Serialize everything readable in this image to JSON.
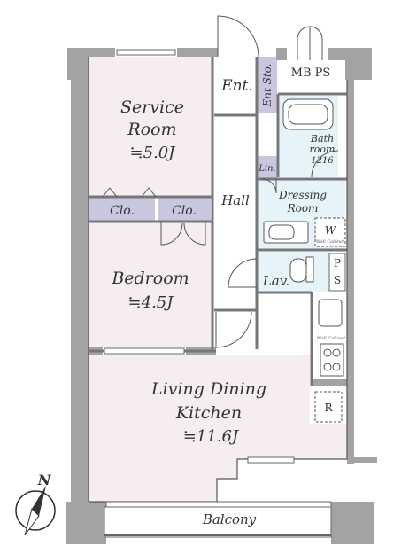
{
  "colors": {
    "wall": "#a3a3a3",
    "service_room_floor": "#f6eeee",
    "bedroom_floor": "#f6eeee",
    "ldk_floor": "#f6eeee",
    "hall_floor": "#ffffff",
    "wet_floor": "#e6f3f9",
    "storage_fill": "#c9c6de",
    "line": "#555555"
  },
  "rooms": {
    "service_room": {
      "name_line1": "Service",
      "name_line2": "Room",
      "area": "≒5.0J"
    },
    "bedroom": {
      "name": "Bedroom",
      "area": "≒4.5J"
    },
    "ldk": {
      "name_line1": "Living Dining",
      "name_line2": "Kitchen",
      "area": "≒11.6J"
    },
    "entrance": "Ent.",
    "ent_storage": "Ent Sto.",
    "mb_ps": "MB PS",
    "bathroom": {
      "line1": "Bath",
      "line2": "room",
      "line3": "1216"
    },
    "linen": "Lin.",
    "hall": "Hall",
    "dressing": {
      "line1": "Dressing",
      "line2": "Room"
    },
    "washer": "W",
    "wall_cabinet_label": "Wall Cabinet",
    "lavatory": "Lav.",
    "ps": {
      "line1": "P",
      "line2": "S"
    },
    "fridge": "R",
    "closet_service": "Clo.",
    "closet_bedroom": "Clo.",
    "balcony": "Balcony"
  },
  "compass": {
    "label": "N"
  }
}
